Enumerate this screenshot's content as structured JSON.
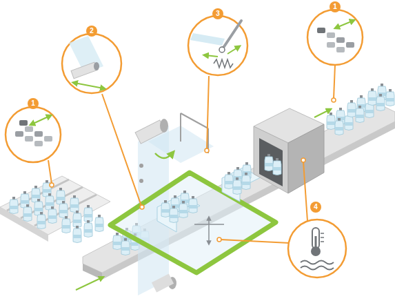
{
  "diagram": {
    "labels": [
      "1",
      "2",
      "3",
      "1",
      "4"
    ]
  }
}
